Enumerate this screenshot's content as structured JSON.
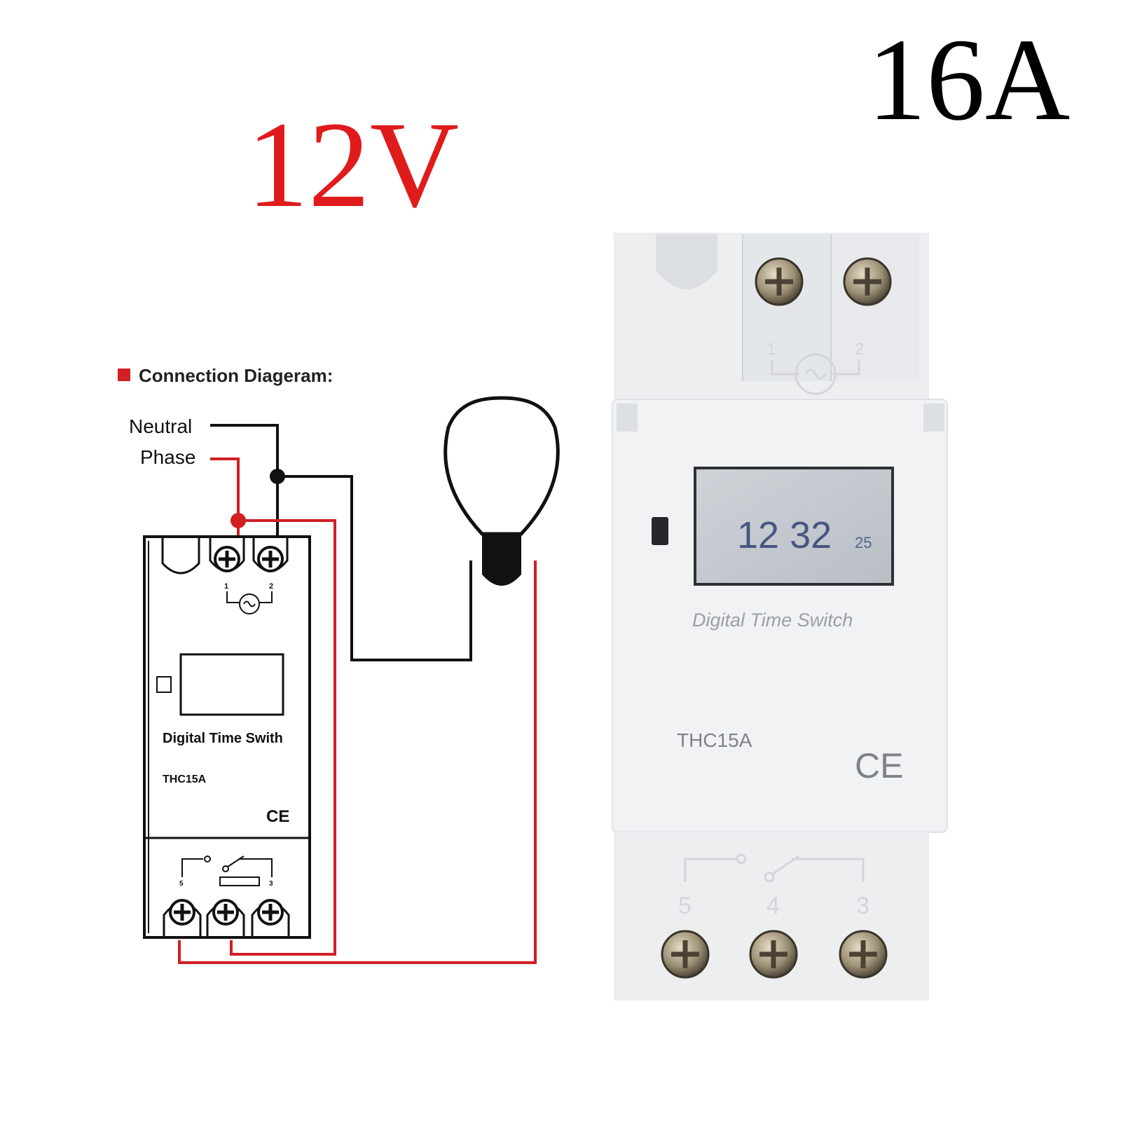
{
  "headline": {
    "voltage": "12V",
    "current": "16A"
  },
  "diagram": {
    "title": "Connection Diageram:",
    "neutral_label": "Neutral",
    "phase_label": "Phase",
    "device_name": "Digital Time Swith",
    "model": "THC15A",
    "ce_mark": "CE",
    "top_terminal_1": "1",
    "top_terminal_2": "2",
    "bottom_terminal_5": "5",
    "bottom_terminal_3": "3"
  },
  "product": {
    "display_time": "12 32",
    "display_seconds": "25",
    "device_name": "Digital Time Switch",
    "model": "THC15A",
    "ce_mark": "CE",
    "top_terminal_1": "1",
    "top_terminal_2": "2",
    "bottom_terminal_5": "5",
    "bottom_terminal_4": "4",
    "bottom_terminal_3": "3"
  },
  "colors": {
    "wire_red": "#d11f24",
    "wire_black": "#111111",
    "headline_red": "#e01b1b",
    "housing": "#eef0f2",
    "lcd": "#c5c9ce",
    "lcd_digits": "#2a3a6e"
  }
}
